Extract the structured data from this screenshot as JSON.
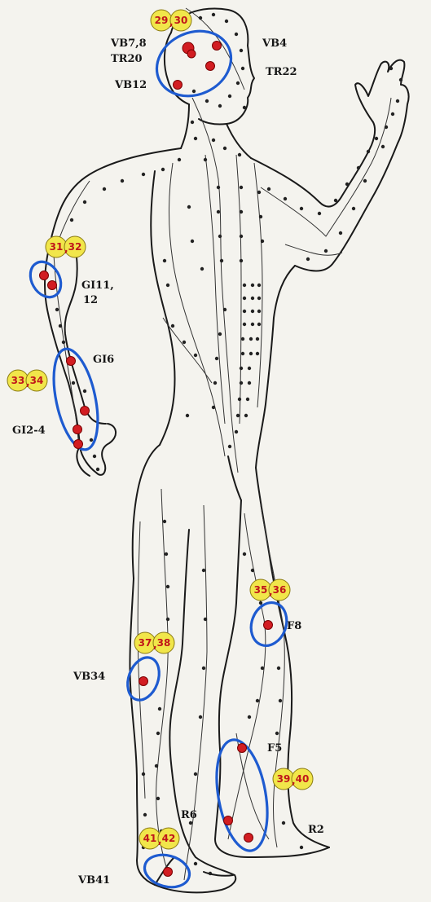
{
  "colors": {
    "background": "#f4f3ee",
    "outline": "#1a1a1a",
    "ring": "#1e5bd0",
    "point": "#d21d22",
    "badge_fill": "#f1e64a",
    "badge_text": "#c0161a"
  },
  "labels": {
    "vb78": "VB7,8",
    "tr20": "TR20",
    "vb12": "VB12",
    "vb4": "VB4",
    "tr22": "TR22",
    "gi11": "GI11,",
    "gi11b": "12",
    "gi6": "GI6",
    "gi24": "GI2-4",
    "f8": "F8",
    "vb34": "VB34",
    "f5": "F5",
    "r6": "R6",
    "r2": "R2",
    "vb41": "VB41"
  },
  "badges": {
    "b29": "29",
    "b30": "30",
    "b31": "31",
    "b32": "32",
    "b33": "33",
    "b34": "34",
    "b35": "35",
    "b36": "36",
    "b37": "37",
    "b38": "38",
    "b39": "39",
    "b40": "40",
    "b41": "41",
    "b42": "42"
  }
}
